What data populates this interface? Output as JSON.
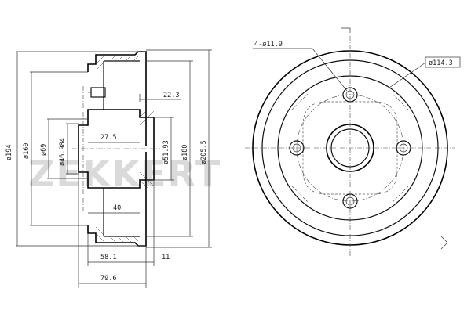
{
  "watermark": "ZEKKERT",
  "dimensions": {
    "d194": "ø194",
    "d160": "ø160",
    "d69": "ø69",
    "d46_984": "ø46.984",
    "d51_93": "ø51.93",
    "d180": "ø180",
    "d205_5": "ø205.5",
    "l22_3": "22.3",
    "l27_5": "27.5",
    "l40": "40",
    "l58_1": "58.1",
    "l11": "11",
    "l79_6": "79.6",
    "holes": "4-ø11.9",
    "pcd": "ø114.3"
  }
}
